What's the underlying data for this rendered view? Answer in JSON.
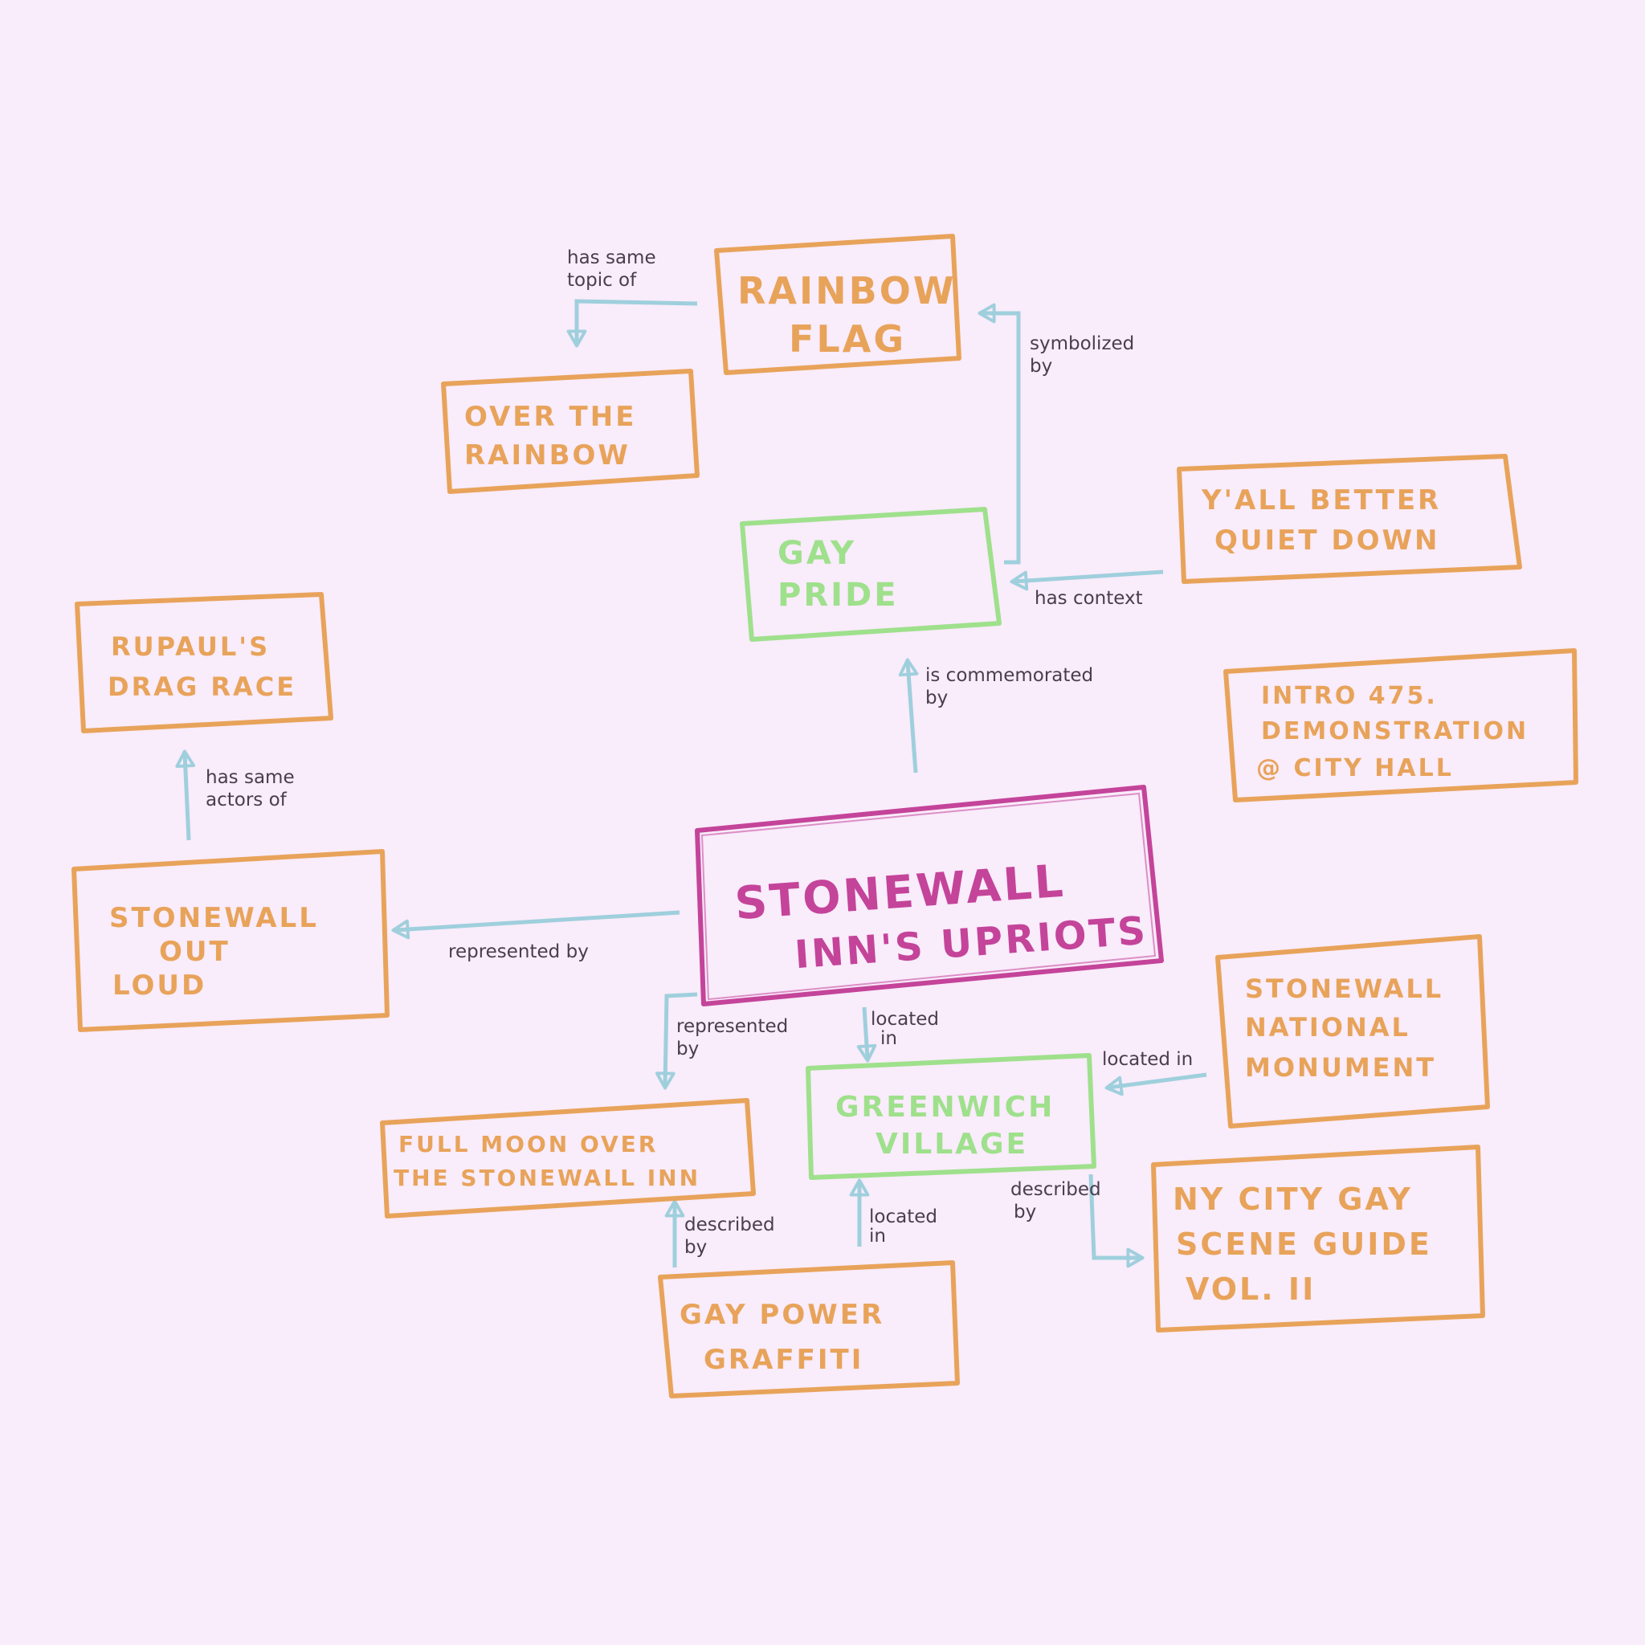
{
  "colors": {
    "background": "#f9ecfb",
    "topic": "#e8a35a",
    "concept": "#9fe08c",
    "central": "#c4449a",
    "arrow": "#9fcfdc",
    "label": "#4a3e4c"
  },
  "nodes": {
    "stonewall": {
      "lines": [
        "STONEWALL",
        "INN'S UPRIOTS"
      ],
      "kind": "central"
    },
    "gay_pride": {
      "lines": [
        "GAY",
        "PRIDE"
      ],
      "kind": "concept"
    },
    "greenwich": {
      "lines": [
        "GREENWICH",
        "VILLAGE"
      ],
      "kind": "concept"
    },
    "rainbow_flag": {
      "lines": [
        "RAINBOW",
        "FLAG"
      ],
      "kind": "topic"
    },
    "over_rainbow": {
      "lines": [
        "OVER THE",
        "RAINBOW"
      ],
      "kind": "topic"
    },
    "yall": {
      "lines": [
        "Y'ALL BETTER",
        "QUIET DOWN"
      ],
      "kind": "topic"
    },
    "intro": {
      "lines": [
        "INTRO 475.",
        "DEMONSTRATION",
        "@ CITY HALL"
      ],
      "kind": "topic"
    },
    "rupaul": {
      "lines": [
        "RUPAUL'S",
        "DRAG RACE"
      ],
      "kind": "topic"
    },
    "out_loud": {
      "lines": [
        "STONEWALL",
        "OUT",
        "LOUD"
      ],
      "kind": "topic"
    },
    "full_moon": {
      "lines": [
        "FULL MOON OVER",
        "THE STONEWALL INN"
      ],
      "kind": "topic"
    },
    "monument": {
      "lines": [
        "STONEWALL",
        "NATIONAL",
        "MONUMENT"
      ],
      "kind": "topic"
    },
    "graffiti": {
      "lines": [
        "GAY POWER",
        "GRAFFITI"
      ],
      "kind": "topic"
    },
    "guide": {
      "lines": [
        "NY CITY GAY",
        "SCENE GUIDE",
        "VOL. II"
      ],
      "kind": "topic"
    }
  },
  "edges": [
    {
      "id": "same-topic",
      "from": "rainbow_flag",
      "to": "over_rainbow",
      "label": [
        "has same",
        "topic of"
      ]
    },
    {
      "id": "symbolized",
      "from": "gay_pride",
      "to": "rainbow_flag",
      "label": [
        "symbolized",
        "by"
      ]
    },
    {
      "id": "context",
      "from": "yall",
      "to": "gay_pride",
      "label": [
        "has context"
      ]
    },
    {
      "id": "commemorated",
      "from": "stonewall",
      "to": "gay_pride",
      "label": [
        "is commemorated",
        "by"
      ]
    },
    {
      "id": "same-actors",
      "from": "out_loud",
      "to": "rupaul",
      "label": [
        "has same",
        "actors of"
      ]
    },
    {
      "id": "represented-1",
      "from": "stonewall",
      "to": "out_loud",
      "label": [
        "represented by"
      ]
    },
    {
      "id": "represented-2",
      "from": "stonewall",
      "to": "full_moon",
      "label": [
        "represented",
        "by"
      ]
    },
    {
      "id": "located-1",
      "from": "stonewall",
      "to": "greenwich",
      "label": [
        "located",
        "in"
      ]
    },
    {
      "id": "located-2",
      "from": "monument",
      "to": "greenwich",
      "label": [
        "located in"
      ]
    },
    {
      "id": "described-1",
      "from": "graffiti",
      "to": "full_moon",
      "label": [
        "described",
        "by"
      ]
    },
    {
      "id": "located-3",
      "from": "graffiti",
      "to": "greenwich",
      "label": [
        "located",
        "in"
      ]
    },
    {
      "id": "described-2",
      "from": "greenwich",
      "to": "guide",
      "label": [
        "described",
        "by"
      ]
    }
  ]
}
